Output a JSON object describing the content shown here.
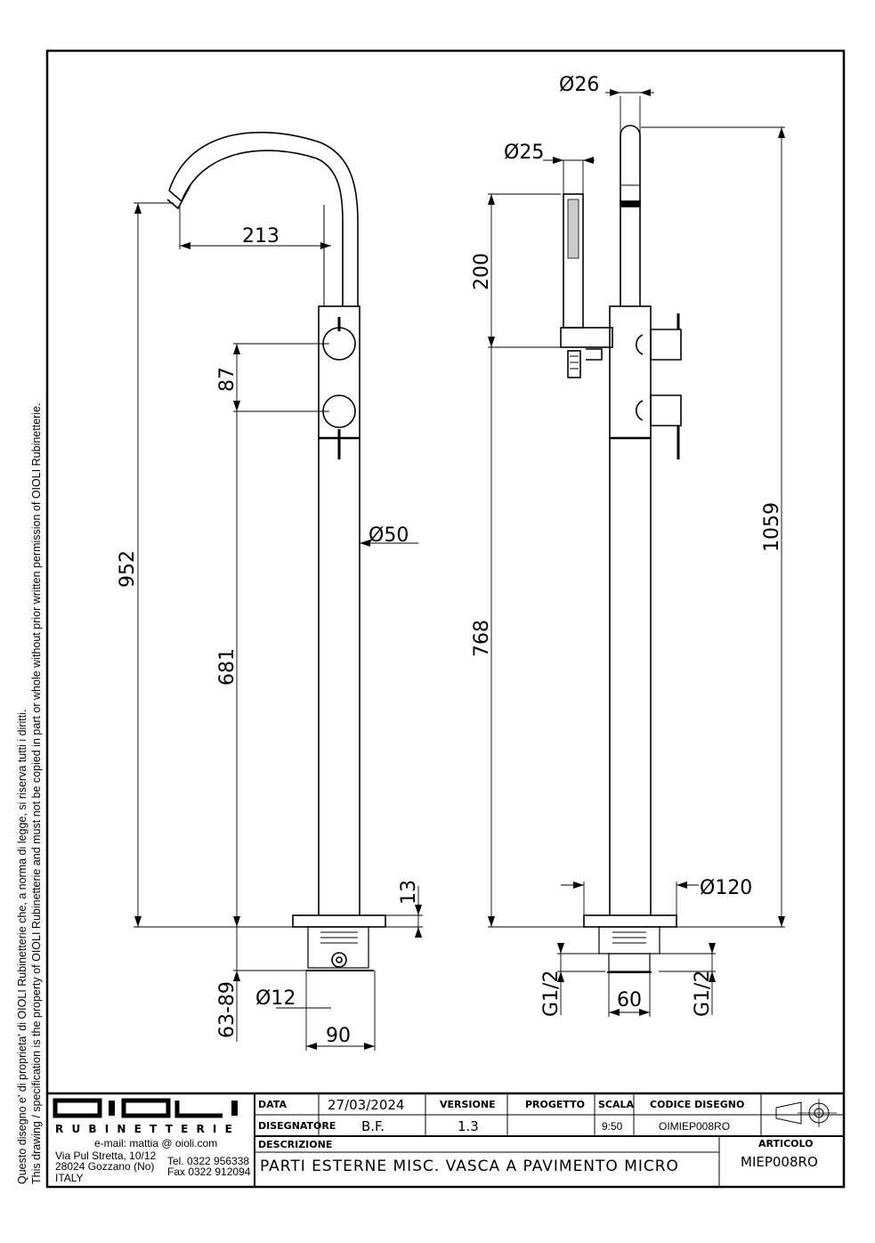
{
  "side_note": {
    "line1": "Questo disegno e' di proprieta' di OIOLI Rubinetterie che, a norma di legge, si riserva tutti i diritti.",
    "line2": "This drawing / specification is the property of OIOLI Rubinetterie and must not be copied in part or whole without prior written permission of OIOLI Rubinetterie."
  },
  "dimensions": {
    "d213": "213",
    "d87": "87",
    "d952": "952",
    "d681": "681",
    "phi50": "Ø50",
    "d13": "13",
    "d63_89": "63-89",
    "phi12": "Ø12",
    "d90": "90",
    "phi26": "Ø26",
    "phi25": "Ø25",
    "d200": "200",
    "d768": "768",
    "d1059": "1059",
    "phi120": "Ø120",
    "g12_left": "G1/2",
    "d60": "60",
    "g12_right": "G1/2"
  },
  "title_block": {
    "logo": "OIOLI",
    "logo_sub": "RUBINETTERIE",
    "email": "e-mail:  mattia @ oioli.com",
    "address1": "Via Pul Stretta, 10/12",
    "address2": "28024 Gozzano (No)",
    "address3": "ITALY",
    "tel": "Tel. 0322 956338",
    "fax": "Fax 0322 912094",
    "data_label": "DATA",
    "data_value": "27/03/2024",
    "versione_label": "VERSIONE",
    "versione_value": "1.3",
    "progetto_label": "PROGETTO",
    "progetto_value": "",
    "scala_label": "SCALA",
    "scala_value": "9:50",
    "codice_label": "CODICE DISEGNO",
    "codice_value": "OIMIEP008RO",
    "disegnatore_label": "DISEGNATORE",
    "disegnatore_value": "B.F.",
    "descrizione_label": "DESCRIZIONE",
    "descrizione_value": "PARTI ESTERNE MISC. VASCA A PAVIMENTO MICRO",
    "articolo_label": "ARTICOLO",
    "articolo_value": "MIEP008RO"
  }
}
